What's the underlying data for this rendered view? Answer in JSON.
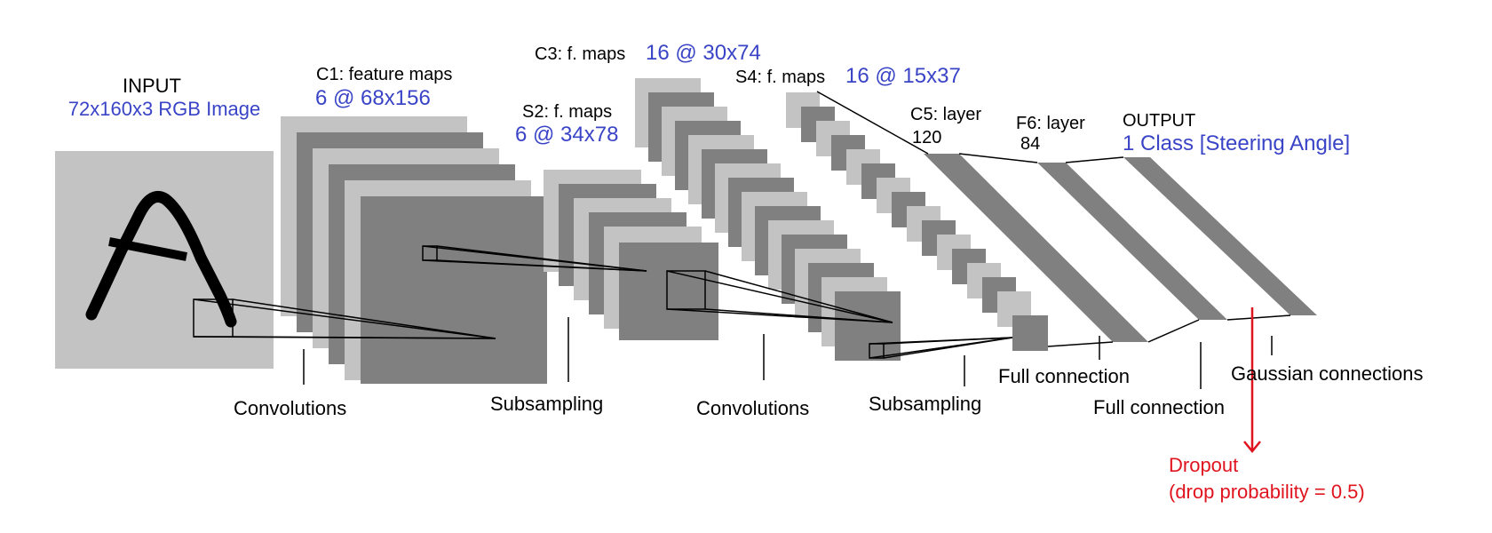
{
  "colors": {
    "light": "#c3c3c3",
    "dark": "#808080",
    "blue": "#3a44c6",
    "red": "#e0141e",
    "black": "#000000"
  },
  "labels": {
    "input_title": "INPUT",
    "input_size": "72x160x3 RGB Image",
    "c1_title": "C1: feature maps",
    "c1_size": "6 @ 68x156",
    "s2_title": "S2: f. maps",
    "s2_size": "6 @ 34x78",
    "c3_title": "C3: f. maps",
    "c3_size": "16 @ 30x74",
    "s4_title": "S4: f. maps",
    "s4_size": "16 @ 15x37",
    "c5_title": "C5: layer",
    "c5_size": "120",
    "f6_title": "F6: layer",
    "f6_size": "84",
    "output_title": "OUTPUT",
    "output_size": "1 Class [Steering Angle]"
  },
  "operations": {
    "convolutions_1": "Convolutions",
    "subsampling_1": "Subsampling",
    "convolutions_2": "Convolutions",
    "subsampling_2": "Subsampling",
    "full_connection_1": "Full connection",
    "full_connection_2": "Full connection",
    "gaussian": "Gaussian connections"
  },
  "dropout": {
    "label": "Dropout",
    "detail": "(drop probability = 0.5)"
  }
}
